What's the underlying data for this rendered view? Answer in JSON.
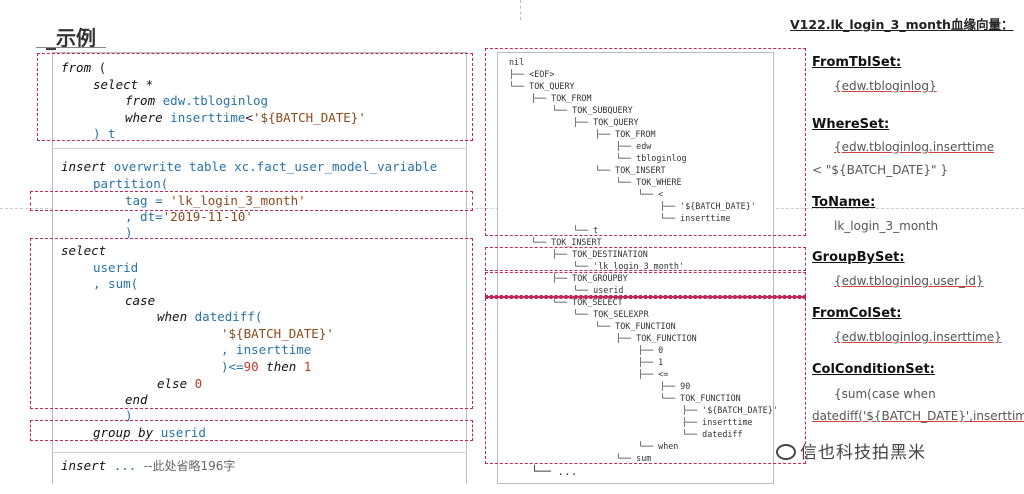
{
  "page": {
    "title": "_示例",
    "right_title": "V122.lk_login_3_month血缘向量："
  },
  "sql": {
    "l1a": "from",
    "l1b": " (",
    "l2": "select *",
    "l3a": "from",
    "l3b": "edw.tbloginlog",
    "l4a": "where",
    "l4b": "inserttime",
    "l4c": "<",
    "l4d": "'${BATCH_DATE}'",
    "l5": ") t",
    "l6a": "insert",
    "l6b": "overwrite table",
    "l6c": "xc.fact_user_model_variable",
    "l7": "partition(",
    "l8a": "tag = ",
    "l8b": "'lk_login_3_month'",
    "l9a": ", dt=",
    "l9b": "'2019-11-10'",
    "l10": ")",
    "l11": "select",
    "l12": "userid",
    "l13": ", sum(",
    "l14": "case",
    "l15a": "when",
    "l15b": "datediff(",
    "l16": "'${BATCH_DATE}'",
    "l17": ", inserttime",
    "l18a": ")<=",
    "l18b": "90",
    "l18c": "then",
    "l18d": "1",
    "l19a": "else",
    "l19b": "0",
    "l20": "end",
    "l21": ")",
    "l22a": "group by",
    "l22b": "userid",
    "l23a": "insert",
    "l23b": "...",
    "l23c": "--此处省略196字"
  },
  "ast": {
    "n0": "nil",
    "n1": "<EOF>",
    "n2": "TOK_QUERY",
    "n3": "TOK_FROM",
    "n4": "TOK_SUBQUERY",
    "n5": "TOK_QUERY",
    "n6": "TOK_FROM",
    "n7": "edw",
    "n8": "tbloginlog",
    "n9": "TOK_INSERT",
    "n10": "TOK_WHERE",
    "n11": "<",
    "n12": "'${BATCH_DATE}'",
    "n13": "inserttime",
    "n14": "t",
    "n15": "TOK_INSERT",
    "n16": "TOK_DESTINATION",
    "n17": "'lk_login_3_month'",
    "n18": "TOK_GROUPBY",
    "n19": "userid",
    "n20": "TOK_SELECT",
    "n21": "TOK_SELEXPR",
    "n22": "TOK_FUNCTION",
    "n23": "TOK_FUNCTION",
    "n24": "0",
    "n25": "1",
    "n26": "<=",
    "n27": "90",
    "n28": "TOK_FUNCTION",
    "n29": "'${BATCH_DATE}'",
    "n30": "inserttime",
    "n31": "datediff",
    "n32": "when",
    "n33": "sum",
    "n34": "..."
  },
  "lineage": {
    "from_tbl_label": "FromTblSet:",
    "from_tbl_val": "{edw.tbloginlog}",
    "where_label": "WhereSet:",
    "where_val1": "{edw.tbloginlog.inserttime",
    "where_val2": "<  \"${BATCH_DATE}\" }",
    "to_name_label": "ToName:",
    "to_name_val": "lk_login_3_month",
    "group_label": "GroupBySet:",
    "group_val": "{edw.tbloginlog.user_id}",
    "from_col_label": "FromColSet:",
    "from_col_val": "{edw.tbloginlog.inserttime}",
    "col_cond_label": "ColConditionSet:",
    "col_cond_val1": "{sum(case when",
    "col_cond_val2": "datediff('${BATCH_DATE}',inserttim"
  },
  "watermark": "信也科技拍黑米",
  "colors": {
    "dash_box": "#c0285a",
    "keyword_blue": "#2874a6",
    "string_brown": "#8a4a1e",
    "number_red": "#c0392b"
  }
}
